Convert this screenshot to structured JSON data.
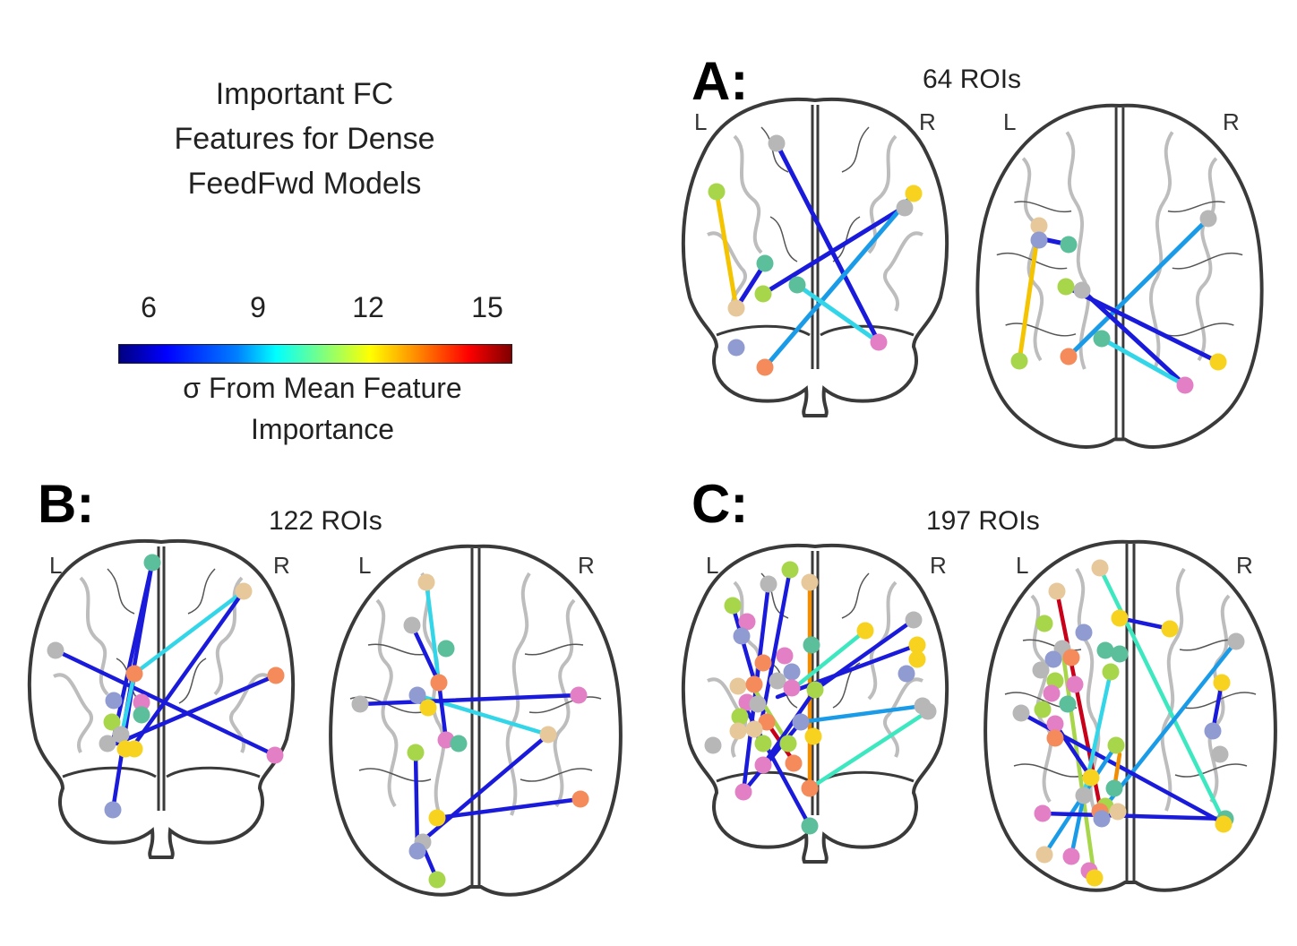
{
  "title": {
    "line1": "Important FC",
    "line2": "Features for Dense",
    "line3": "FeedFwd Models"
  },
  "colorbar": {
    "ticks": [
      "6",
      "9",
      "12",
      "15"
    ],
    "label_line1": "σ From Mean Feature",
    "label_line2": "Importance",
    "colormap": "jet"
  },
  "panels": [
    {
      "id": "A",
      "letter": "A:",
      "roi_label": "64 ROIs",
      "hemi_left": "L",
      "hemi_right": "R"
    },
    {
      "id": "B",
      "letter": "B:",
      "roi_label": "122 ROIs",
      "hemi_left": "L",
      "hemi_right": "R"
    },
    {
      "id": "C",
      "letter": "C:",
      "roi_label": "197 ROIs",
      "hemi_left": "L",
      "hemi_right": "R"
    }
  ],
  "colors": {
    "blue": "#1a1adb",
    "lightblue": "#1a9be8",
    "cyan": "#33d6e8",
    "aqua": "#3de8c0",
    "yellow": "#f5c400",
    "orange": "#f28c00",
    "red": "#c8001a",
    "node_gray": "#b7b7b7",
    "node_green": "#a8d64a",
    "node_teal": "#5cbf9b",
    "node_tan": "#e6c89a",
    "node_slate": "#8f9bd1",
    "node_orange": "#f58a5a",
    "node_pink": "#e37fc4",
    "node_yellow": "#f7d21e"
  }
}
